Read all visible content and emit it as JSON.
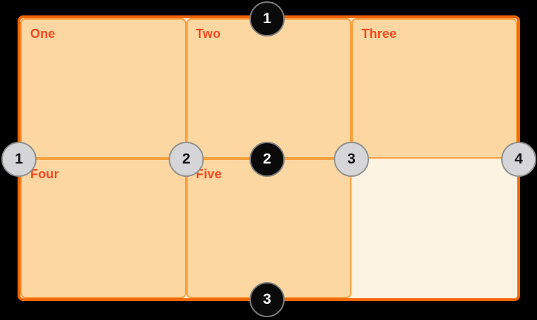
{
  "diagram": {
    "title": "css-grid-line-numbers-illustration",
    "cells": [
      {
        "label": "One"
      },
      {
        "label": "Two"
      },
      {
        "label": "Three"
      },
      {
        "label": "Four"
      },
      {
        "label": "Five"
      }
    ],
    "empty_cell_count": 1,
    "row_line_markers": [
      {
        "number": "1"
      },
      {
        "number": "2"
      },
      {
        "number": "3"
      }
    ],
    "column_line_markers": [
      {
        "number": "1"
      },
      {
        "number": "2"
      },
      {
        "number": "3"
      },
      {
        "number": "4"
      }
    ],
    "colors": {
      "background": "#000000",
      "container_border": "#f26500",
      "container_background": "#fdf3e3",
      "cell_background": "#fcd7a2",
      "cell_border": "#f9a03f",
      "label_text": "#f4481f",
      "row_marker_fill": "#0a0a0a",
      "row_marker_text": "#ffffff",
      "row_marker_border": "#7e7e7e",
      "column_marker_fill": "#d6d5d7",
      "column_marker_text": "#151515",
      "column_marker_border": "#8f8f8f"
    }
  }
}
